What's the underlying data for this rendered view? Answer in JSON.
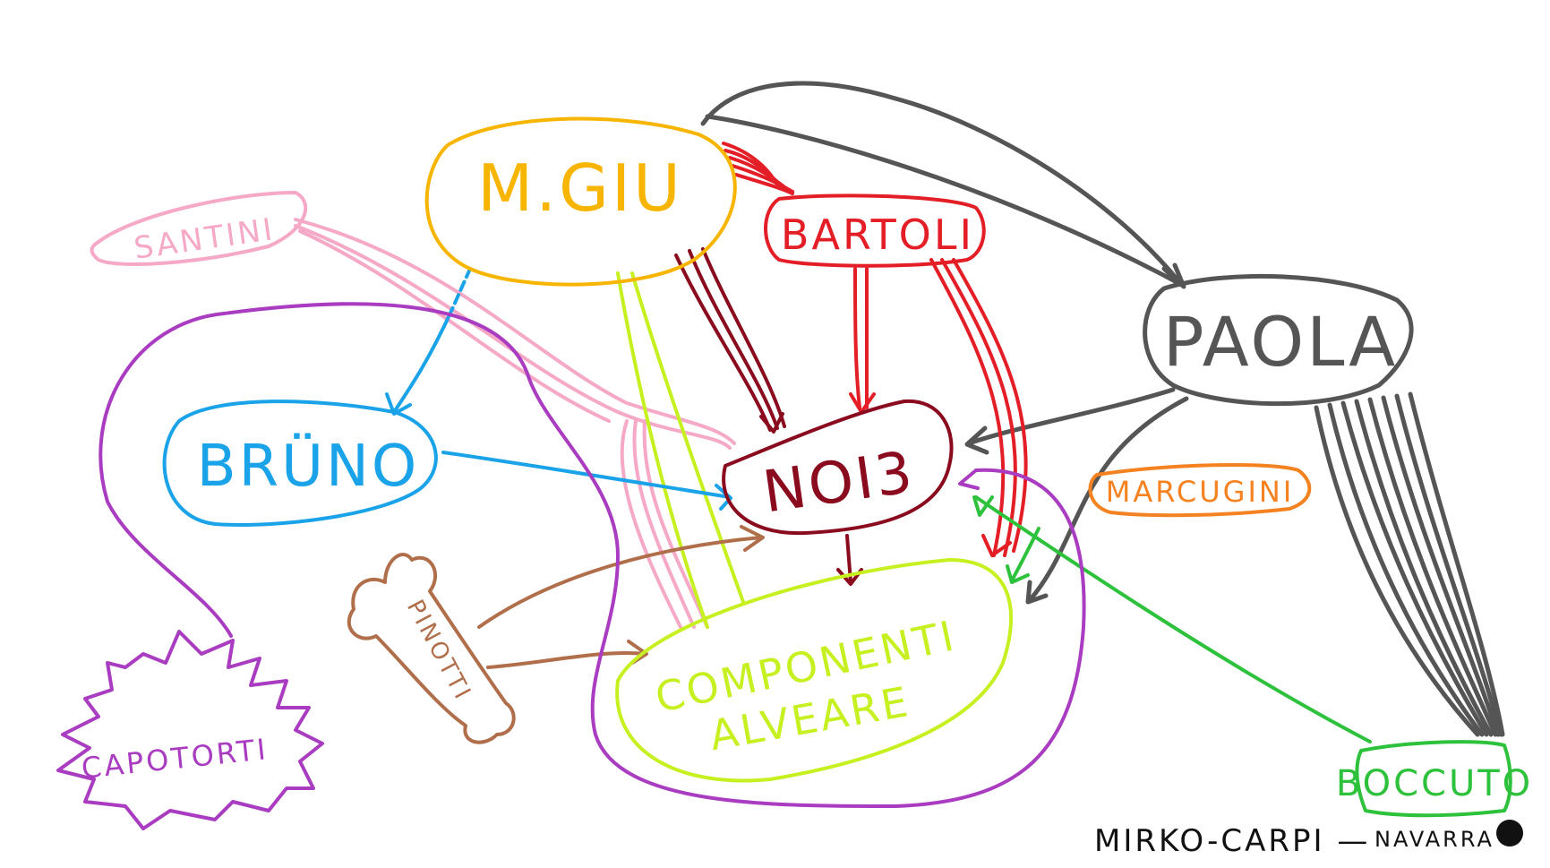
{
  "colors": {
    "mgiu": "#f7b500",
    "santini": "#f5a9c6",
    "bruno": "#1aa3e8",
    "bartoli": "#e41e26",
    "noi3": "#8a0a1e",
    "paola": "#555555",
    "marcugini": "#f58220",
    "componenti": "#c6f01f",
    "pinotti": "#b06f4a",
    "capotorti": "#a93cc0",
    "boccuto": "#2ec23c",
    "signature": "#111111"
  },
  "nodes": {
    "mgiu": "M.GIU",
    "santini": "SANTINI",
    "bruno": "BRÜNO",
    "bartoli": "BARTOLI",
    "noi3": "NOI3",
    "paola": "PAOLA",
    "marcugini": "MARCUGINI",
    "componenti_1": "COMPONENTI",
    "componenti_2": "ALVEARE",
    "pinotti": "PINOTTI",
    "capotorti": "CAPOTORTI",
    "boccuto": "BOCCUTO"
  },
  "signature": {
    "left": "MIRKO-CARPI —",
    "right": "NAVARRA"
  }
}
